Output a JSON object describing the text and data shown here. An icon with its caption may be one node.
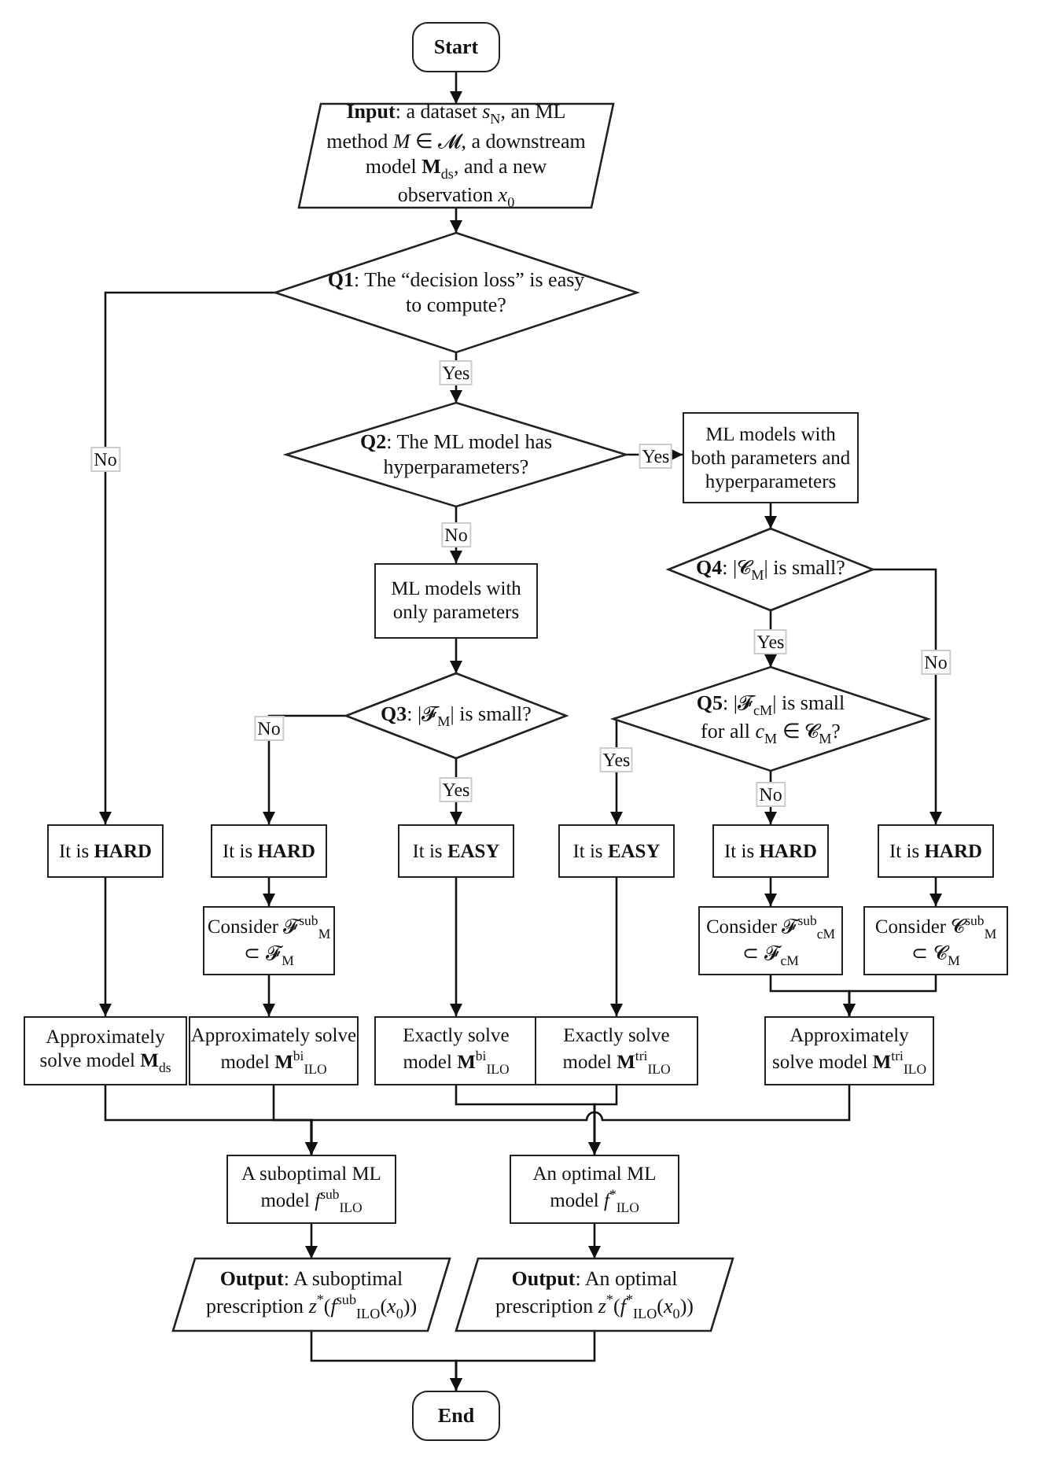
{
  "diagram": {
    "nodes": [
      {
        "text": [
          "**Start**"
        ]
      },
      {
        "text": [
          "**Input**: a dataset *s*$_{N}$, an ML method *M* ∈ 𝓜, a downstream model **M**$_{ds}$, and a new observation *x*$_{0}$"
        ]
      },
      {
        "text": [
          "**Q1**: The “decision loss” is easy to compute?"
        ]
      },
      {
        "text": [
          "**Q2**: The ML model has hyperparameters?"
        ]
      },
      {
        "text": [
          "ML models with both parameters and hyperparameters"
        ]
      },
      {
        "text": [
          "ML models with only parameters"
        ]
      },
      {
        "text": [
          "**Q4**: |𝓒$_{M}$| is small?"
        ]
      },
      {
        "text": [
          "**Q3**: |𝓕$_{M}$| is small?"
        ]
      },
      {
        "text": [
          "**Q5**: |𝓕$_{cM}$| is small for all *c*$_{M}$ ∈ 𝓒$_{M}$?"
        ]
      },
      {
        "text": [
          "It is **HARD**"
        ]
      },
      {
        "text": [
          "It is **HARD**"
        ]
      },
      {
        "text": [
          "It is **EASY**"
        ]
      },
      {
        "text": [
          "It is **EASY**"
        ]
      },
      {
        "text": [
          "It is **HARD**"
        ]
      },
      {
        "text": [
          "It is **HARD**"
        ]
      },
      {
        "text": [
          "Consider 𝓕$^{sub}$$_{M}$ ⊂ 𝓕$_{M}$"
        ]
      },
      {
        "text": [
          "Consider 𝓕$^{sub}$$_{cM}$ ⊂ 𝓕$_{cM}$"
        ]
      },
      {
        "text": [
          "Consider 𝓒$^{sub}$$_{M}$ ⊂ 𝓒$_{M}$"
        ]
      },
      {
        "text": [
          "Approximately solve model **M**$_{ds}$"
        ]
      },
      {
        "text": [
          "Approximately solve model **M**$^{bi}$$_{ILO}$"
        ]
      },
      {
        "text": [
          "Exactly solve model **M**$^{bi}$$_{ILO}$"
        ]
      },
      {
        "text": [
          "Exactly solve model **M**$^{tri}$$_{ILO}$"
        ]
      },
      {
        "text": [
          "Approximately solve model **M**$^{tri}$$_{ILO}$"
        ]
      },
      {
        "text": [
          "A suboptimal ML model *f*$^{sub}$$_{ILO}$"
        ]
      },
      {
        "text": [
          "An optimal ML model *f*$^{*}$$_{ILO}$"
        ]
      },
      {
        "text": [
          "**Output**: A suboptimal prescription *z*$^{*}$(*f*$^{sub}$$_{ILO}$(*x*$_{0}$))"
        ]
      },
      {
        "text": [
          "**Output**: An optimal prescription *z*$^{*}$(*f*$^{*}$$_{ILO}$(*x*$_{0}$))"
        ]
      },
      {
        "text": [
          "**End**"
        ]
      }
    ],
    "edges": [
      {
        "from": 0,
        "to": 1,
        "arrow": "to"
      },
      {
        "from": 1,
        "to": 2,
        "arrow": "to"
      },
      {
        "from": 2,
        "to": 3,
        "arrow": "to",
        "label": "Yes"
      },
      {
        "from": 2,
        "to": 9,
        "arrow": "to",
        "label": "No"
      },
      {
        "from": 3,
        "to": 4,
        "arrow": "to",
        "label": "Yes"
      },
      {
        "from": 3,
        "to": 5,
        "arrow": "to",
        "label": "No"
      },
      {
        "from": 4,
        "to": 6,
        "arrow": "to"
      },
      {
        "from": 6,
        "to": 8,
        "arrow": "to",
        "label": "Yes"
      },
      {
        "from": 6,
        "to": 14,
        "arrow": "to",
        "label": "No"
      },
      {
        "from": 5,
        "to": 7,
        "arrow": "to"
      },
      {
        "from": 7,
        "to": 10,
        "arrow": "to",
        "label": "No"
      },
      {
        "from": 7,
        "to": 11,
        "arrow": "to",
        "label": "Yes"
      },
      {
        "from": 8,
        "to": 12,
        "arrow": "to",
        "label": "Yes"
      },
      {
        "from": 8,
        "to": 13,
        "arrow": "to",
        "label": "No"
      },
      {
        "from": 9,
        "to": 18,
        "arrow": "to"
      },
      {
        "from": 10,
        "to": 15,
        "arrow": "to"
      },
      {
        "from": 15,
        "to": 19,
        "arrow": "to"
      },
      {
        "from": 11,
        "to": 20,
        "arrow": "to"
      },
      {
        "from": 12,
        "to": 21,
        "arrow": "to"
      },
      {
        "from": 13,
        "to": 16,
        "arrow": "to"
      },
      {
        "from": 14,
        "to": 17,
        "arrow": "to"
      },
      {
        "from": 16,
        "to": 22,
        "arrow": "to"
      },
      {
        "from": 17,
        "to": 22,
        "arrow": "to"
      },
      {
        "from": 18,
        "to": 23,
        "arrow": "to"
      },
      {
        "from": 19,
        "to": 23,
        "arrow": "to"
      },
      {
        "from": 22,
        "to": 23,
        "arrow": "to"
      },
      {
        "from": 20,
        "to": 24,
        "arrow": "to"
      },
      {
        "from": 21,
        "to": 24,
        "arrow": "to"
      },
      {
        "from": 23,
        "to": 25,
        "arrow": "to"
      },
      {
        "from": 24,
        "to": 26,
        "arrow": "to"
      },
      {
        "from": 25,
        "to": 27,
        "arrow": "to"
      },
      {
        "from": 26,
        "to": 27,
        "arrow": "to"
      }
    ]
  }
}
